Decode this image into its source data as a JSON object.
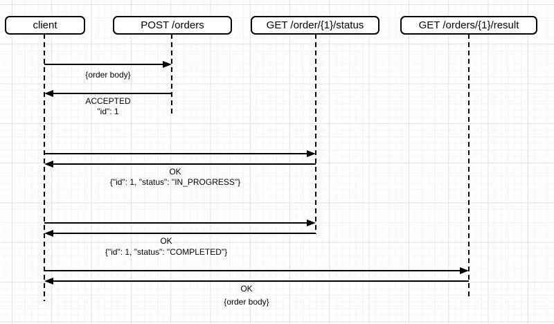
{
  "diagram": {
    "kind": "sequence-diagram",
    "actors": [
      {
        "label": "client"
      },
      {
        "label": "POST /orders"
      },
      {
        "label": "GET /order/{1}/status"
      },
      {
        "label": "GET /orders/{1}/result"
      }
    ],
    "messages": [
      {
        "from": "client",
        "to": "POST /orders",
        "direction": "right",
        "line1": "{order body}"
      },
      {
        "from": "POST /orders",
        "to": "client",
        "direction": "left",
        "line1": "ACCEPTED",
        "line2": "\"id\": 1"
      },
      {
        "from": "client",
        "to": "GET /order/{1}/status",
        "direction": "right"
      },
      {
        "from": "GET /order/{1}/status",
        "to": "client",
        "direction": "left",
        "line1": "OK",
        "line2": "{\"id\": 1, \"status\": \"IN_PROGRESS\"}"
      },
      {
        "from": "client",
        "to": "GET /order/{1}/status",
        "direction": "right"
      },
      {
        "from": "GET /order/{1}/status",
        "to": "client",
        "direction": "left",
        "line1": "OK",
        "line2": "{\"id\": 1, \"status\": \"COMPLETED\"}"
      },
      {
        "from": "client",
        "to": "GET /orders/{1}/result",
        "direction": "right"
      },
      {
        "from": "GET /orders/{1}/result",
        "to": "client",
        "direction": "left",
        "line1": "OK",
        "line2": "{order body}"
      }
    ]
  },
  "colors": {
    "line": "#000000",
    "box_fill": "#ffffff",
    "background": "#ffffff",
    "grid_minor": "#f4f4f4",
    "grid_major": "#e1e1e1"
  }
}
